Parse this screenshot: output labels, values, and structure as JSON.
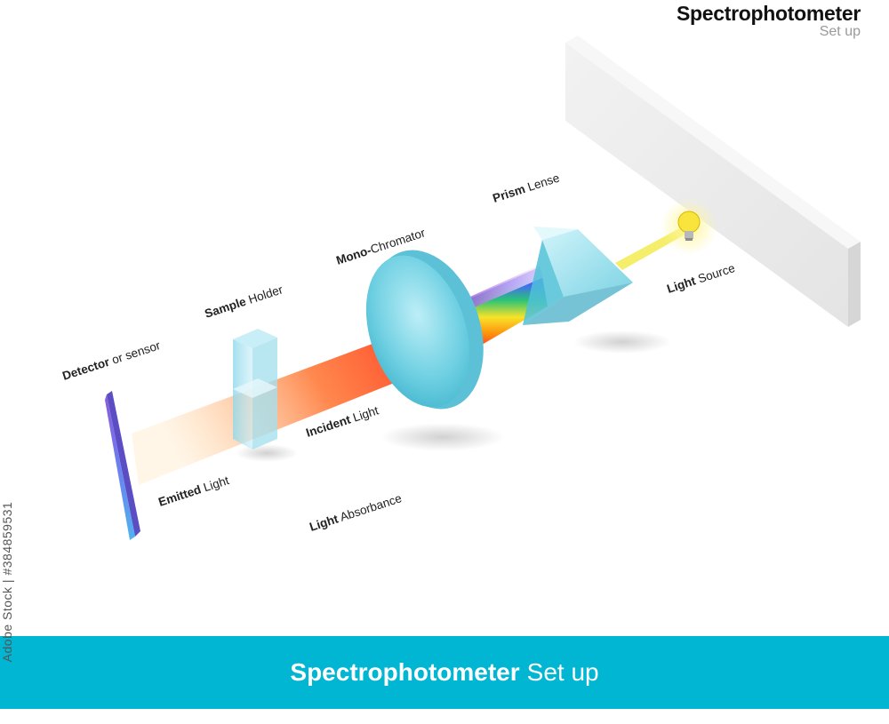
{
  "header": {
    "title": "Spectrophotometer",
    "subtitle": "Set up"
  },
  "labels": {
    "light_source": {
      "bold": "Light",
      "rest": " Source"
    },
    "prism": {
      "bold": "Prism",
      "rest": " Lense"
    },
    "monochromator": {
      "bold": "Mono-",
      "rest": "Chromator"
    },
    "sample_holder": {
      "bold": "Sample",
      "rest": " Holder"
    },
    "detector": {
      "bold": "Detector",
      "rest": " or sensor"
    },
    "incident_light": {
      "bold": "Incident",
      "rest": " Light"
    },
    "emitted_light": {
      "bold": "Emitted",
      "rest": " Light"
    },
    "absorbance": {
      "bold": "Light",
      "rest": " Absorbance"
    }
  },
  "banner": {
    "bold": "Spectrophotometer",
    "rest": "Set up"
  },
  "credit": "Adobe Stock | #384859531",
  "colors": {
    "banner": "#00b6d3",
    "lens": "#6fd0e2",
    "prism": "#7fd6e6",
    "bulb": "#f5e33a",
    "detector": "#7a6fe0"
  }
}
